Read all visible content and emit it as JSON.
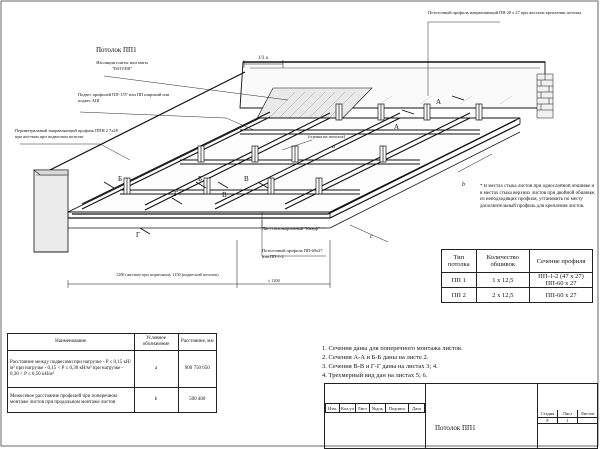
{
  "drawing": {
    "title": "Потолок ПП1",
    "callouts": {
      "profile_pn": "Потолочный профиль направляющий ПН 28 х 27 при жестком креплении потолка",
      "insulation": "Изоляция плиты или маты \"ISOVER\"",
      "profile_pp": "Подвес профилей ПП-1/97 или ПП широкий или подвес АШ",
      "perimeter": "Периметральный направляющий профиль ППН 2 7х28 при жестком при подвесном потолке",
      "coupling": "(сцепка на потолок)",
      "sheet": "Лист гипсокартонный \"Кнауф\"",
      "ceiling_profile": "Потолочный профиль ПП-60х27 или ПП-1-2",
      "pitch": "1200 (жесткое при подвесном); 1150 (подвесной потолок)",
      "pitch_right": "≤ 1200",
      "top_dim": "1/3 a"
    },
    "section_marks": [
      "А",
      "А",
      "Б",
      "Б",
      "В",
      "В",
      "Г",
      "Г"
    ],
    "dim_letters": [
      "a",
      "b",
      "c"
    ],
    "remark": "* В местах стыка листов при однослойной обшивке и в местах стыка верхних листов при двойной обшивке, из неподходящих профиля, установить по месту дополнительный профиль для крепления листов."
  },
  "type_table": {
    "headers": [
      "Тип потолка",
      "Количество обшивок",
      "Сечение профиля"
    ],
    "rows": [
      [
        "ПП 1",
        "1 х 12,5",
        "ПП-1-2 (47 х 27) ПП-60 х 27"
      ],
      [
        "ПП 2",
        "2 х 12,5",
        "ПП-60 х 27"
      ]
    ]
  },
  "spacing_table": {
    "headers": [
      "Наименование",
      "Условное обозначение",
      "Расстояние, мм"
    ],
    "rows": [
      {
        "name": "Расстояние между подвесами при нагрузке - P ≤ 0,15 кН/м² при нагрузке - 0,15 < P ≤ 0,30 кН/м² при нагрузке - 0,30 < P ≤ 0,50 кН/м²",
        "symbol": "a",
        "values": "900 750 650"
      },
      {
        "name": "Межосевое расстояние профилей при поперечном монтаже листов при продольном монтаже листов",
        "symbol": "b",
        "values": "500 400"
      }
    ]
  },
  "notes": [
    "1. Сечения даны для поперечного монтажа листов.",
    "2. Сечения А-А и Б-Б даны на листе 2.",
    "3. Сечения В-В и Г-Г даны на листах 3; 4.",
    "4. Трехмерный вид дан на листах 5; 6."
  ],
  "stamp": {
    "columns": [
      "Изм.",
      "Кол.уч",
      "Лист",
      "№док",
      "Подпись",
      "Дата"
    ],
    "title": "Потолок ПП1",
    "stage_label": "Стадия",
    "sheet_label": "Лист",
    "sheets_label": "Листов",
    "stage": "Р",
    "sheet": "1",
    "sheets": ""
  }
}
